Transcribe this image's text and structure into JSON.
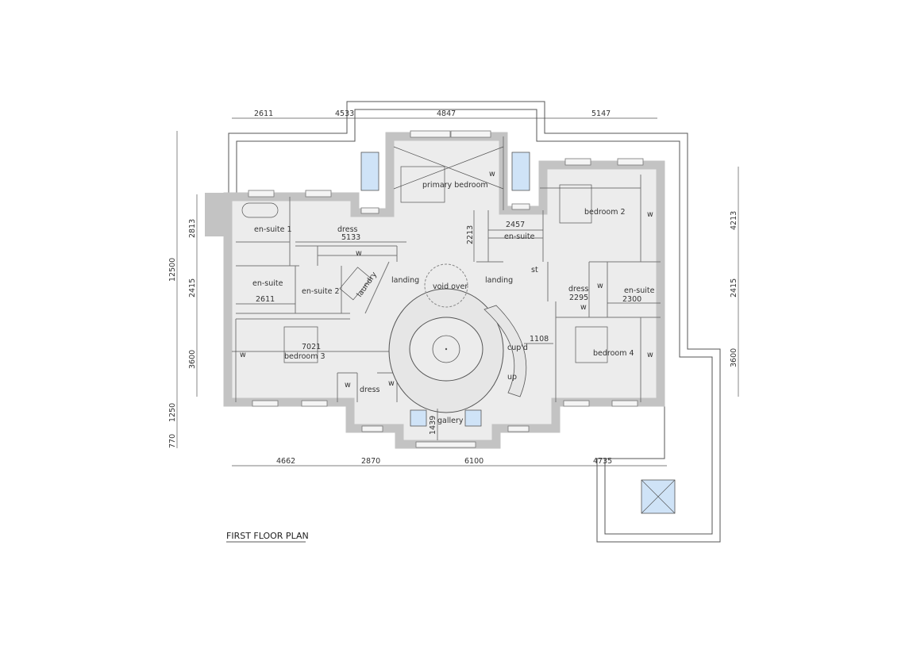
{
  "title": "FIRST FLOOR PLAN",
  "rooms": {
    "primary_bedroom": "primary bedroom",
    "bedroom_2": "bedroom 2",
    "bedroom_3": "bedroom 3",
    "bedroom_4": "bedroom 4",
    "en_suite_1": "en-suite 1",
    "en_suite_2": "en-suite 2",
    "en_suite_left": "en-suite",
    "en_suite_top_right": "en-suite",
    "en_suite_right": "en-suite",
    "dress_top": "dress",
    "dress_right": "dress",
    "dress_bottom": "dress",
    "laundry": "laundry",
    "landing_left": "landing",
    "landing_right": "landing",
    "void_over": "void over",
    "st": "st",
    "cupd": "cup'd",
    "up": "up",
    "gallery": "gallery",
    "w": "w"
  },
  "inner_dims": {
    "dress_top": "5133",
    "primary_height": "2213",
    "en_suite_top_right": "2457",
    "en_suite_left": "2611",
    "dress_right": "2295",
    "en_suite_right": "2300",
    "bedroom_3": "7021",
    "cupd": "1108",
    "gallery": "1439"
  },
  "dims_top": [
    "2611",
    "4533",
    "4847",
    "5147"
  ],
  "dims_bottom": [
    "4662",
    "2870",
    "6100",
    "4735"
  ],
  "dims_left": [
    "12500",
    "2813",
    "2415",
    "3600",
    "1250",
    "770"
  ],
  "dims_right": [
    "4213",
    "2415",
    "3600"
  ],
  "colors": {
    "wall": "#c3c3c3",
    "floor": "#ececec",
    "skylight": "#cfe3f7"
  }
}
